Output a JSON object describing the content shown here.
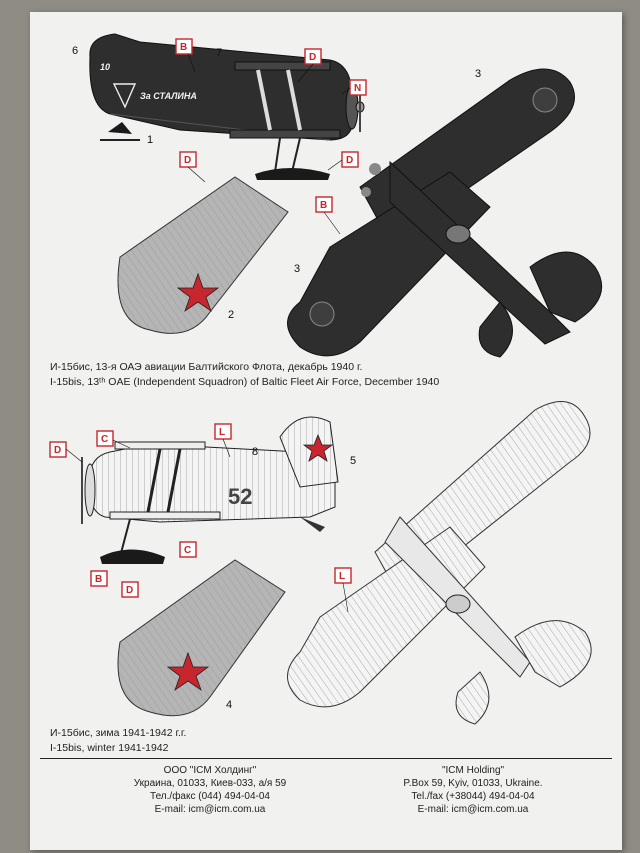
{
  "callouts": {
    "b": "B",
    "d": "D",
    "n": "N",
    "c": "C",
    "l": "L",
    "n1": "1",
    "n2": "2",
    "n3": "3",
    "n4": "4",
    "n5": "5",
    "n6": "6",
    "n7": "7",
    "n8": "8"
  },
  "aircraft1": {
    "slogan": "За СТАЛИНА",
    "tail_code": "10"
  },
  "aircraft2": {
    "side_number": "52"
  },
  "caption1": {
    "ru": "И-15бис, 13-я ОАЭ авиации Балтийского Флота, декабрь 1940 г.",
    "en": "I-15bis, 13ᵗʰ OAE (Independent Squadron) of Baltic Fleet Air Force, December 1940"
  },
  "caption2": {
    "ru": "И-15бис, зима 1941-1942 г.г.",
    "en": "I-15bis, winter 1941-1942"
  },
  "footer": {
    "ru": {
      "company": "ООО \"ICM Холдинг\"",
      "address": "Украина, 01033, Киев-033, а/я 59",
      "phone": "Тел./факс (044) 494-04-04",
      "email": "E-mail: icm@icm.com.ua"
    },
    "en": {
      "company": "\"ICM Holding\"",
      "address": "P.Box 59, Kyiv, 01033, Ukraine.",
      "phone": "Tel./fax (+38044) 494-04-04",
      "email": "E-mail: icm@icm.com.ua"
    }
  },
  "colors": {
    "camouflage_dark": "#2e2e2e",
    "camouflage_grey": "#9a9a9a",
    "star_red": "#c8262e",
    "callout_red": "#c8262e"
  }
}
